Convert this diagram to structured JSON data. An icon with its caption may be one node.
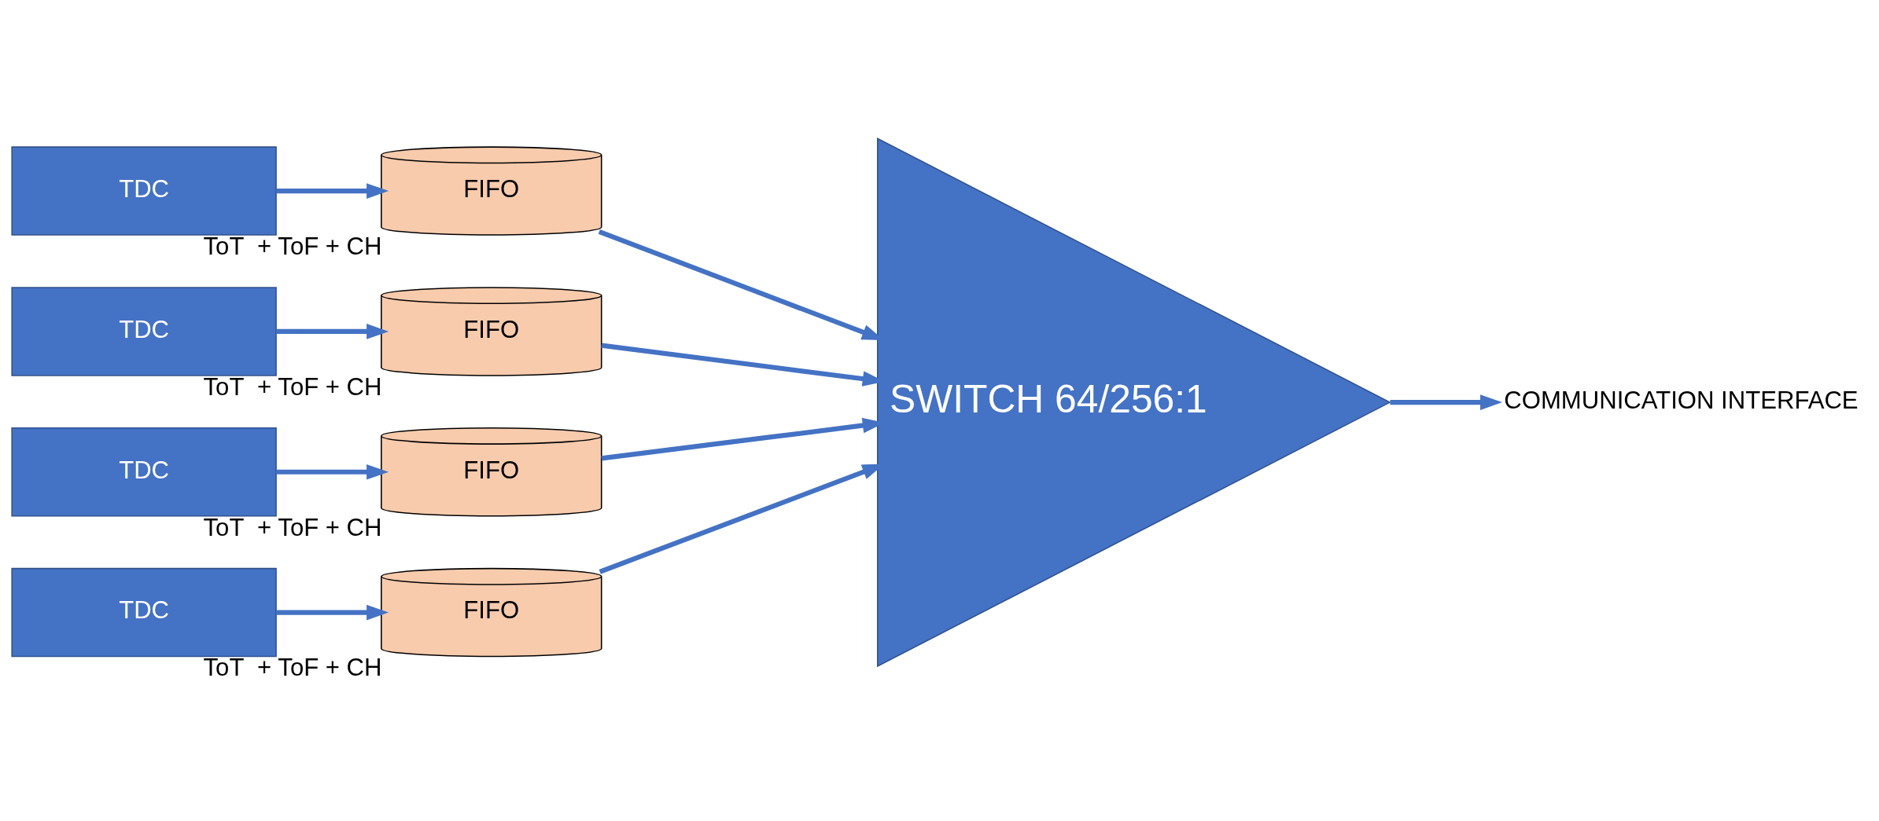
{
  "diagram": {
    "nodes": [
      {
        "text": [
          "TDC"
        ]
      },
      {
        "text": [
          "FIFO"
        ],
        "beside": [
          "ToT  + ToF + CH"
        ]
      },
      {
        "text": [
          "TDC"
        ]
      },
      {
        "text": [
          "FIFO"
        ],
        "beside": [
          "ToT  + ToF + CH"
        ]
      },
      {
        "text": [
          "TDC"
        ]
      },
      {
        "text": [
          "FIFO"
        ],
        "beside": [
          "ToT  + ToF + CH"
        ]
      },
      {
        "text": [
          "TDC"
        ]
      },
      {
        "text": [
          "FIFO"
        ],
        "beside": [
          "ToT  + ToF + CH"
        ]
      },
      {
        "text": [
          "SWITCH 64/256:1"
        ]
      },
      {
        "text": [
          "COMMUNICATION INTERFACE"
        ]
      }
    ],
    "edges": [
      {
        "from": 0,
        "to": 1,
        "arrow": "to"
      },
      {
        "from": 2,
        "to": 3,
        "arrow": "to"
      },
      {
        "from": 4,
        "to": 5,
        "arrow": "to"
      },
      {
        "from": 6,
        "to": 7,
        "arrow": "to"
      },
      {
        "from": 1,
        "to": 8,
        "arrow": "to"
      },
      {
        "from": 3,
        "to": 8,
        "arrow": "to"
      },
      {
        "from": 5,
        "to": 8,
        "arrow": "to"
      },
      {
        "from": 7,
        "to": 8,
        "arrow": "to"
      },
      {
        "from": 8,
        "to": 9,
        "arrow": "to"
      }
    ]
  }
}
